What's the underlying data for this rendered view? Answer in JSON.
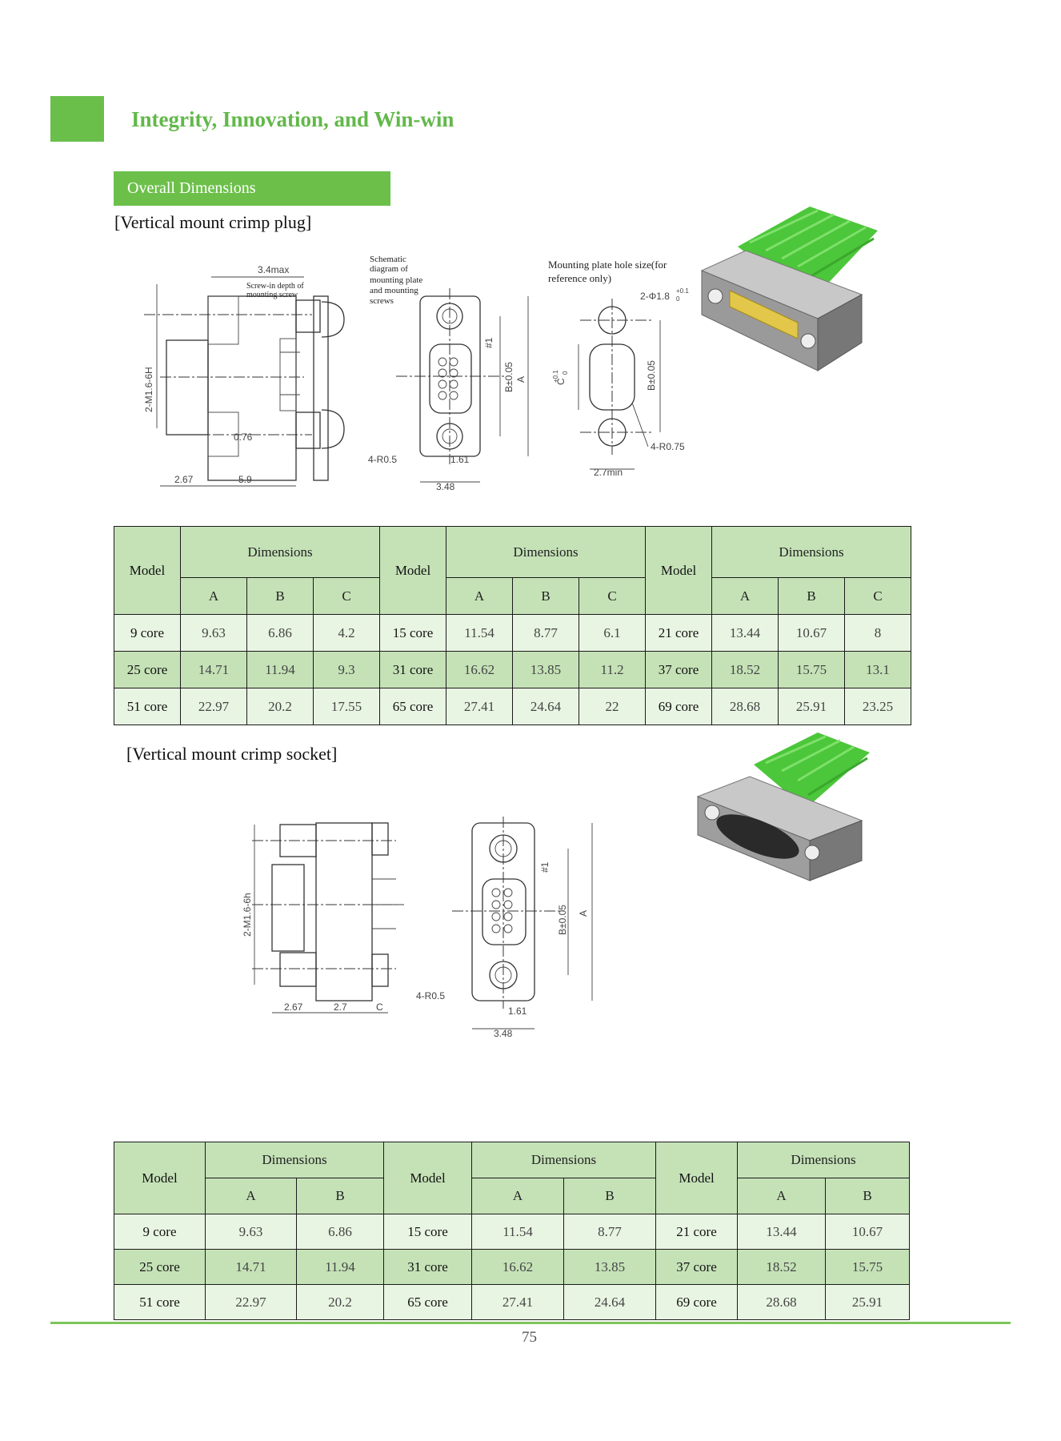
{
  "header": {
    "slogan": "Integrity, Innovation, and Win-win"
  },
  "section": {
    "title": "Overall Dimensions"
  },
  "plug": {
    "heading": "[Vertical mount crimp plug]",
    "drawing_labels": {
      "max_depth": "3.4max",
      "screw_depth_1": "Screw-in depth of",
      "screw_depth_2": "mounting screw",
      "schematic_1": "Schematic",
      "schematic_2": "diagram of",
      "schematic_3": "mounting plate",
      "schematic_4": "and mounting",
      "schematic_5": "screws",
      "thread": "2-M1.6-6H",
      "d076": "0.76",
      "d267": "2.67",
      "d59": "5.9",
      "r05": "4-R0.5",
      "d161": "1.61",
      "d348": "3.48",
      "pin1": "#1",
      "b_tol": "B±0.05",
      "a": "A",
      "hole_note_1": "Mounting plate hole size(for",
      "hole_note_2": "reference only)",
      "hole_dia": "2-Φ1.8",
      "hole_tol": "+0.1",
      "hole_tol2": "0",
      "c_tol": "C",
      "c_sup": "+0.1",
      "c_sub": "0",
      "r075": "4-R0.75",
      "d27min": "2.7min"
    },
    "table": {
      "model_header": "Model",
      "dims_header": "Dimensions",
      "cols": [
        "A",
        "B",
        "C"
      ],
      "rows": [
        [
          [
            "9 core",
            "9.63",
            "6.86",
            "4.2"
          ],
          [
            "15 core",
            "11.54",
            "8.77",
            "6.1"
          ],
          [
            "21 core",
            "13.44",
            "10.67",
            "8"
          ]
        ],
        [
          [
            "25 core",
            "14.71",
            "11.94",
            "9.3"
          ],
          [
            "31 core",
            "16.62",
            "13.85",
            "11.2"
          ],
          [
            "37 core",
            "18.52",
            "15.75",
            "13.1"
          ]
        ],
        [
          [
            "51 core",
            "22.97",
            "20.2",
            "17.55"
          ],
          [
            "65 core",
            "27.41",
            "24.64",
            "22"
          ],
          [
            "69 core",
            "28.68",
            "25.91",
            "23.25"
          ]
        ]
      ]
    }
  },
  "socket": {
    "heading": "[Vertical mount crimp socket]",
    "drawing_labels": {
      "thread": "2-M1.6-6h",
      "d267": "2.67",
      "d27": "2.7",
      "c": "C",
      "r05": "4-R0.5",
      "d161": "1.61",
      "d348": "3.48",
      "pin1": "#1",
      "b_tol": "B±0.05",
      "a": "A"
    },
    "table": {
      "model_header": "Model",
      "dims_header": "Dimensions",
      "cols": [
        "A",
        "B"
      ],
      "rows": [
        [
          [
            "9 core",
            "9.63",
            "6.86"
          ],
          [
            "15 core",
            "11.54",
            "8.77"
          ],
          [
            "21 core",
            "13.44",
            "10.67"
          ]
        ],
        [
          [
            "25 core",
            "14.71",
            "11.94"
          ],
          [
            "31 core",
            "16.62",
            "13.85"
          ],
          [
            "37 core",
            "18.52",
            "15.75"
          ]
        ],
        [
          [
            "51 core",
            "22.97",
            "20.2"
          ],
          [
            "65 core",
            "27.41",
            "24.64"
          ],
          [
            "69 core",
            "28.68",
            "25.91"
          ]
        ]
      ]
    }
  },
  "footer": {
    "page_number": "75"
  },
  "colors": {
    "accent": "#6abf4b",
    "header_cell": "#c5e2b7",
    "row_light": "#e9f5e3",
    "wire_green": "#4cc63a",
    "pin_gold": "#d9b92a"
  }
}
